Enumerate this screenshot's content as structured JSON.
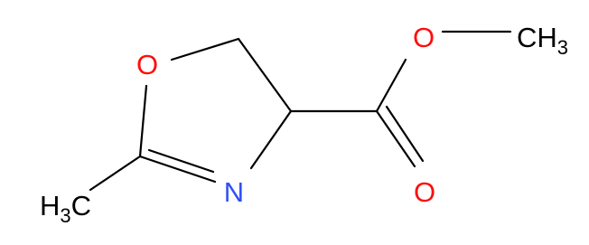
{
  "molecule": {
    "atoms": [
      {
        "id": "O_ring",
        "text": "O",
        "color": "#ff0d0d"
      },
      {
        "id": "N_ring",
        "text": "N",
        "color": "#3050f8"
      },
      {
        "id": "O_ester",
        "text": "O",
        "color": "#ff0d0d"
      },
      {
        "id": "O_carbonyl",
        "text": "O",
        "color": "#ff0d0d"
      },
      {
        "id": "CH3_methyl",
        "text": "CH",
        "sub": "3",
        "color": "#000000"
      },
      {
        "id": "H3C_methyl",
        "text": "H",
        "sub": "3",
        "tail": "C",
        "color": "#000000"
      }
    ],
    "bond_color": "#000000"
  }
}
